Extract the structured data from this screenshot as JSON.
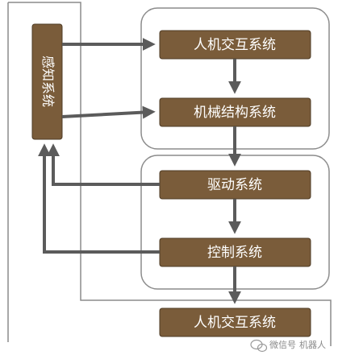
{
  "diagram": {
    "sensing_system": "感知系统",
    "boxes": {
      "hci_top": "人机交互系统",
      "mechanical": "机械结构系统",
      "drive": "驱动系统",
      "control": "控制系统",
      "hci_bottom": "人机交互系统"
    }
  },
  "watermark": {
    "prefix": "微信号",
    "name": "机器人"
  },
  "colors": {
    "box_fill": "#7a5c3a",
    "box_stroke": "#4e3b25",
    "arrow": "#5b5b5b",
    "group_border": "#8c8c8c",
    "label_text": "#ffffff"
  }
}
